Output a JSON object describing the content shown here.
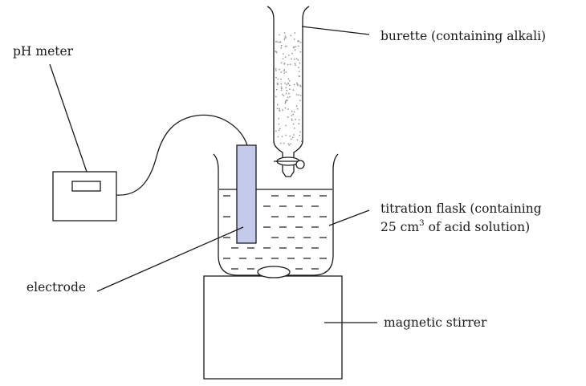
{
  "labels": {
    "ph_meter": "pH meter",
    "burette": "burette (containing alkali)",
    "flask_line1": "titration flask (containing",
    "flask_line2_prefix": "25 cm",
    "flask_line2_sup": "3",
    "flask_line2_suffix": " of acid solution)",
    "electrode": "electrode",
    "stirrer": "magnetic stirrer"
  },
  "colors": {
    "line": "#1a1a1a",
    "electrode_fill": "#c3cbe8",
    "burette_dots": "#9a9a9a"
  }
}
